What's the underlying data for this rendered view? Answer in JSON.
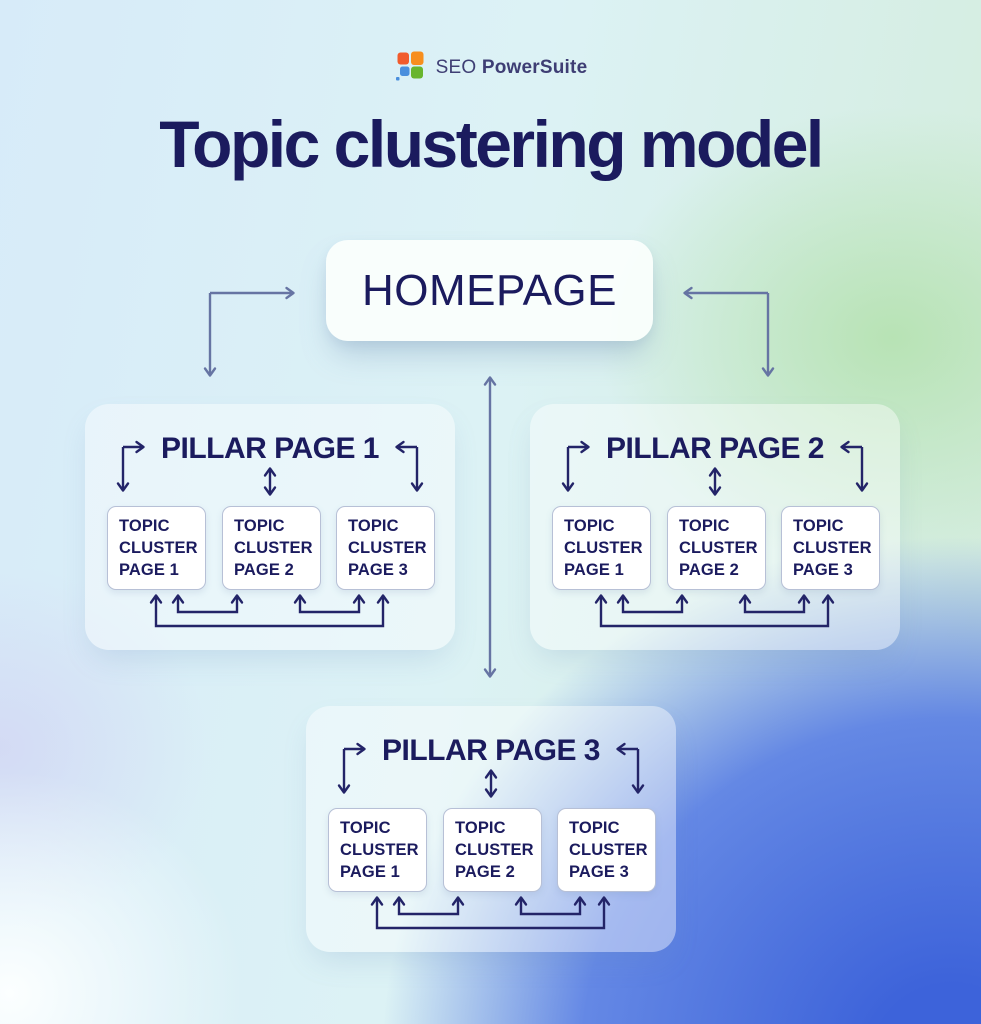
{
  "brand": {
    "name_prefix": "SEO",
    "name_suffix": "PowerSuite"
  },
  "title": "Topic clustering model",
  "homepage_label": "HOMEPAGE",
  "pillars": [
    {
      "title": "PILLAR PAGE 1",
      "clusters": [
        [
          "TOPIC",
          "CLUSTER",
          "PAGE 1"
        ],
        [
          "TOPIC",
          "CLUSTER",
          "PAGE 2"
        ],
        [
          "TOPIC",
          "CLUSTER",
          "PAGE 3"
        ]
      ]
    },
    {
      "title": "PILLAR PAGE 2",
      "clusters": [
        [
          "TOPIC",
          "CLUSTER",
          "PAGE 1"
        ],
        [
          "TOPIC",
          "CLUSTER",
          "PAGE 2"
        ],
        [
          "TOPIC",
          "CLUSTER",
          "PAGE 3"
        ]
      ]
    },
    {
      "title": "PILLAR PAGE 3",
      "clusters": [
        [
          "TOPIC",
          "CLUSTER",
          "PAGE 1"
        ],
        [
          "TOPIC",
          "CLUSTER",
          "PAGE 2"
        ],
        [
          "TOPIC",
          "CLUSTER",
          "PAGE 3"
        ]
      ]
    }
  ],
  "icons": {
    "logo": "squares-grid-icon"
  },
  "colors": {
    "text_navy": "#1b1b5e",
    "arrow_slate": "#6674a3",
    "arrow_navy": "#232468",
    "logo_text": "#3e3e74",
    "logo_red_orange": "#f15b2c",
    "logo_orange": "#f78e1e",
    "logo_blue": "#4a8fdd",
    "logo_green": "#68b52e",
    "bg_top_left": "#d7ebf9",
    "bg_green": "#b6e2b2",
    "bg_bottom_blue": "#3d63da"
  }
}
